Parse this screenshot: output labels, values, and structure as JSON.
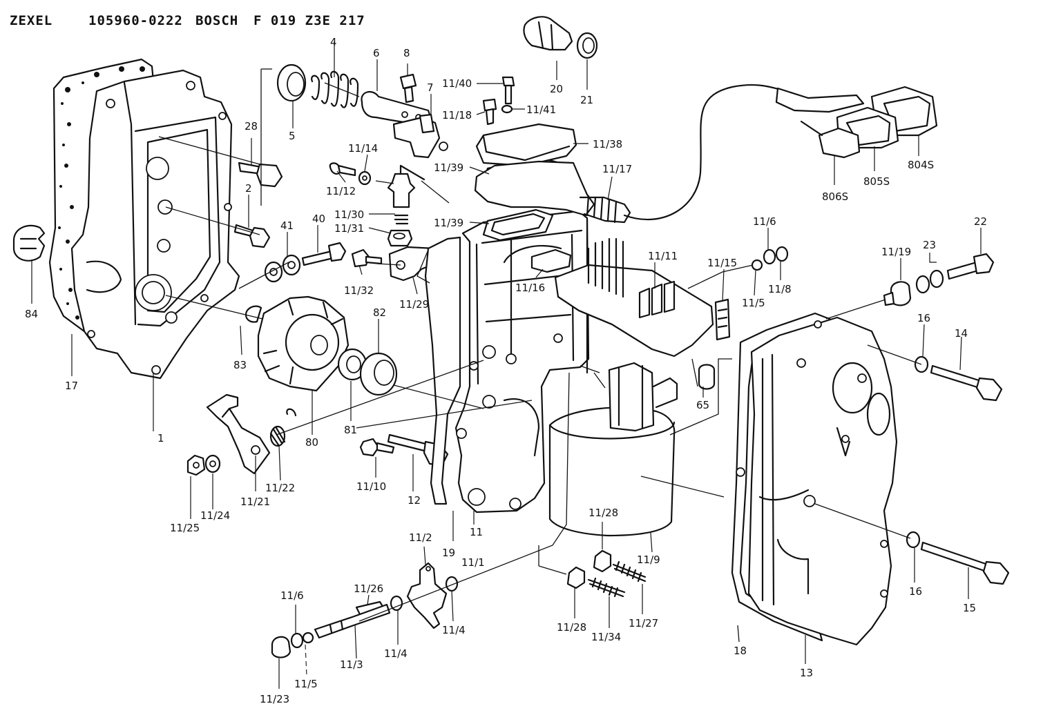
{
  "header": {
    "brand1": "ZEXEL",
    "part_no": "105960-0222",
    "brand2": "BOSCH",
    "bosch_no": "F 019 Z3E 217"
  },
  "labels": {
    "l1": "1",
    "l2": "2",
    "l4": "4",
    "l5": "5",
    "l6": "6",
    "l7": "7",
    "l8": "8",
    "l11": "11",
    "l11_1": "11/1",
    "l11_2": "11/2",
    "l11_3": "11/3",
    "l11_4a": "11/4",
    "l11_4b": "11/4",
    "l11_5a": "11/5",
    "l11_5b": "11/5",
    "l11_6a": "11/6",
    "l11_6b": "11/6",
    "l11_8": "11/8",
    "l11_9": "11/9",
    "l11_10": "11/10",
    "l11_11": "11/11",
    "l11_12": "11/12",
    "l11_14": "11/14",
    "l11_15": "11/15",
    "l11_16": "11/16",
    "l11_17": "11/17",
    "l11_18": "11/18",
    "l11_19": "11/19",
    "l11_21": "11/21",
    "l11_22": "11/22",
    "l11_23": "11/23",
    "l11_24": "11/24",
    "l11_25": "11/25",
    "l11_26": "11/26",
    "l11_27": "11/27",
    "l11_28a": "11/28",
    "l11_28b": "11/28",
    "l11_29": "11/29",
    "l11_30": "11/30",
    "l11_31": "11/31",
    "l11_32": "11/32",
    "l11_34": "11/34",
    "l11_38": "11/38",
    "l11_39a": "11/39",
    "l11_39b": "11/39",
    "l11_40": "11/40",
    "l11_41": "11/41",
    "l12": "12",
    "l13": "13",
    "l14": "14",
    "l15": "15",
    "l16a": "16",
    "l16b": "16",
    "l17": "17",
    "l18": "18",
    "l19": "19",
    "l20": "20",
    "l21": "21",
    "l22": "22",
    "l23": "23",
    "l28": "28",
    "l40": "40",
    "l41": "41",
    "l65": "65",
    "l80": "80",
    "l81": "81",
    "l82": "82",
    "l83": "83",
    "l84": "84",
    "l804s": "804S",
    "l805s": "805S",
    "l806s": "806S"
  }
}
